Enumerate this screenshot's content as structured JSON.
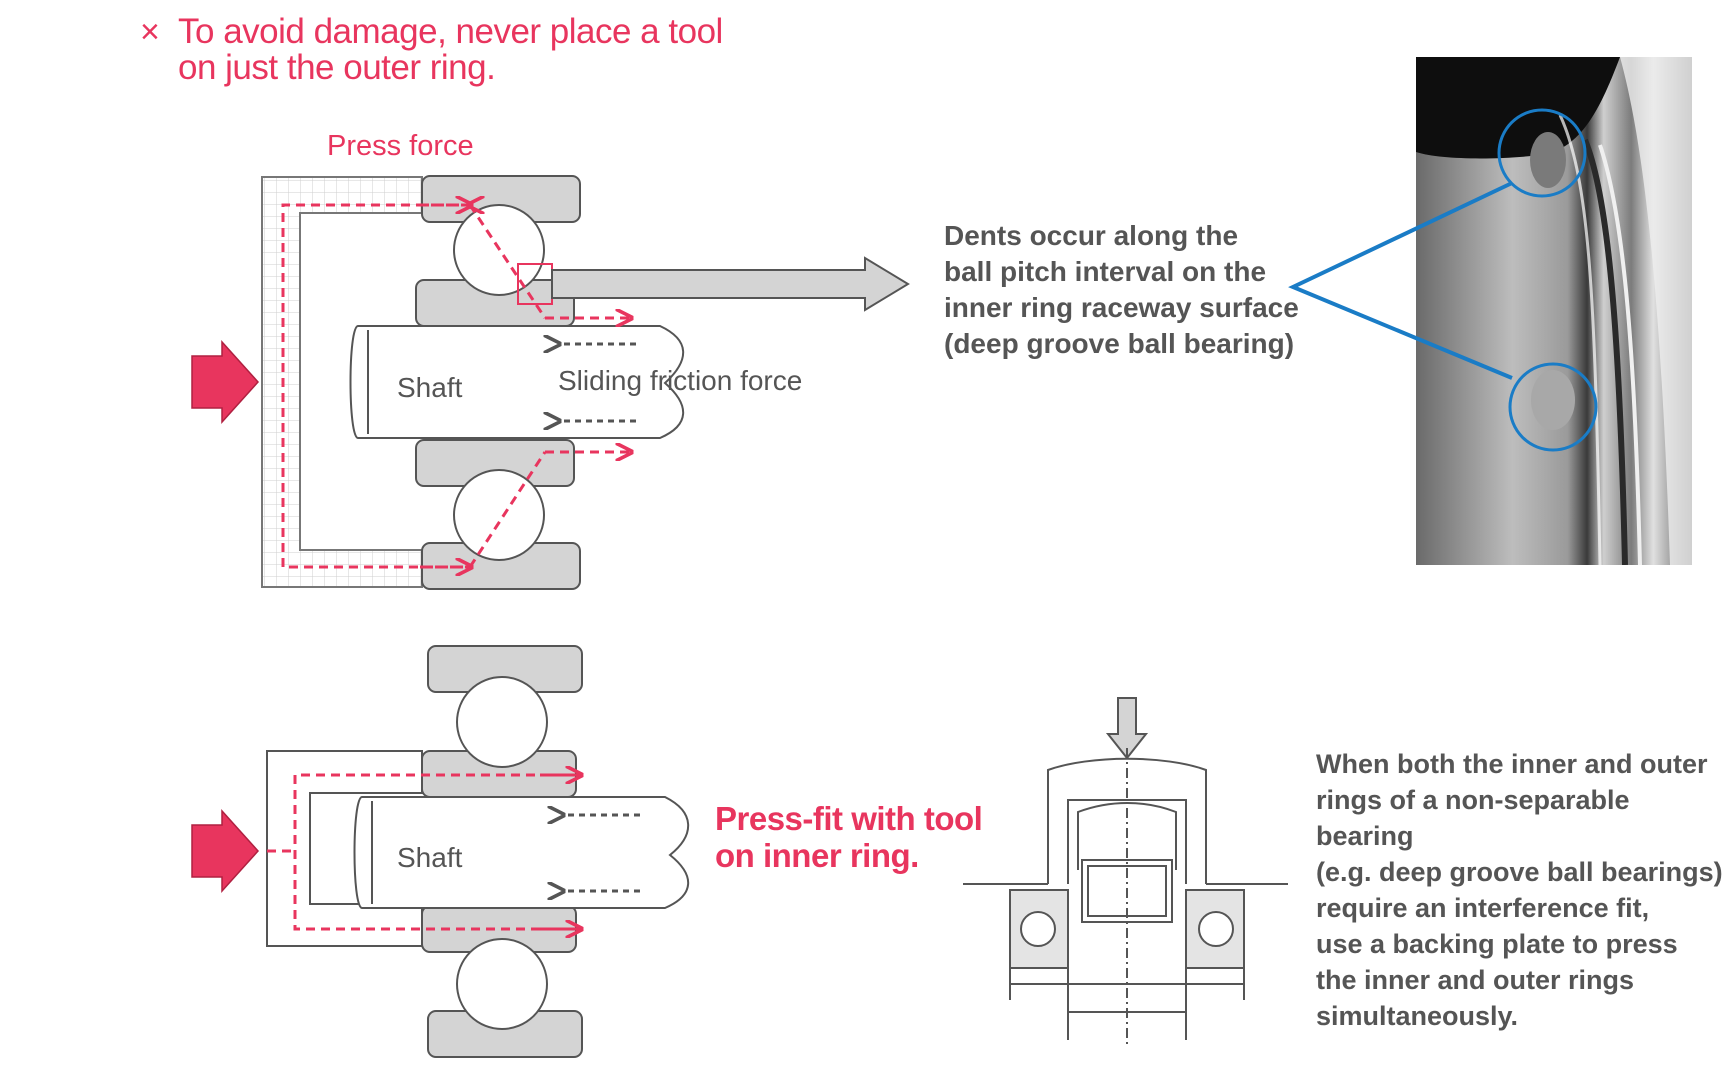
{
  "warning": {
    "mark": "×",
    "text": "To avoid damage, never place a tool\non just the outer ring."
  },
  "top_diagram": {
    "press_force_label": "Press force",
    "shaft_label": "Shaft",
    "sliding_friction_label": "Sliding friction force"
  },
  "dent_note": "Dents occur along the\nball pitch interval on the\ninner ring raceway surface\n(deep groove ball bearing)",
  "bottom_diagram": {
    "shaft_label": "Shaft",
    "press_fit_label": "Press-fit with tool\non inner ring."
  },
  "backing_plate_note": "When both the inner and outer\nrings of a non-separable bearing\n(e.g. deep groove ball bearings)\n require an interference fit,\nuse a backing plate to press\nthe inner and outer rings\nsimultaneously.",
  "colors": {
    "accent_red": "#e8355e",
    "callout_blue": "#1a7cc6",
    "ring_gray": "#d4d4d4",
    "outline": "#555555"
  }
}
